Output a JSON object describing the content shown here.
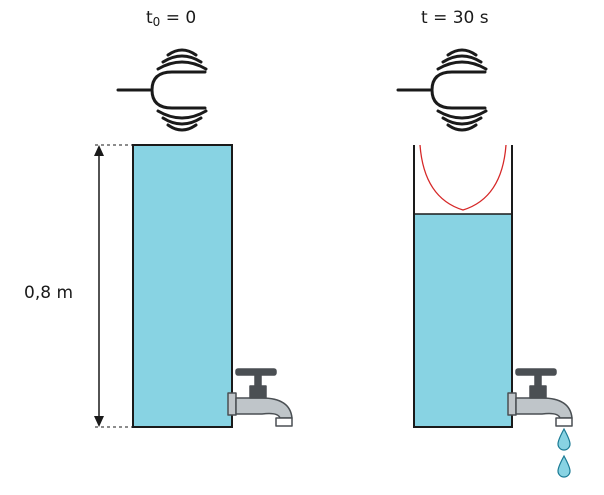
{
  "diagram": {
    "left_panel": {
      "label_base": "t",
      "label_sub": "0",
      "label_rest": " = 0"
    },
    "right_panel": {
      "label": "t = 30 s"
    },
    "height_label": "0,8 m",
    "colors": {
      "water": "#88d3e3",
      "outline": "#1a1a1a",
      "curve": "#d62828",
      "tap_body": "#bfc5c9",
      "tap_dark": "#4a4f53",
      "drop": "#88d3e3"
    },
    "icons": [
      "sensor-icon",
      "faucet-icon",
      "water-drop-icon"
    ]
  }
}
